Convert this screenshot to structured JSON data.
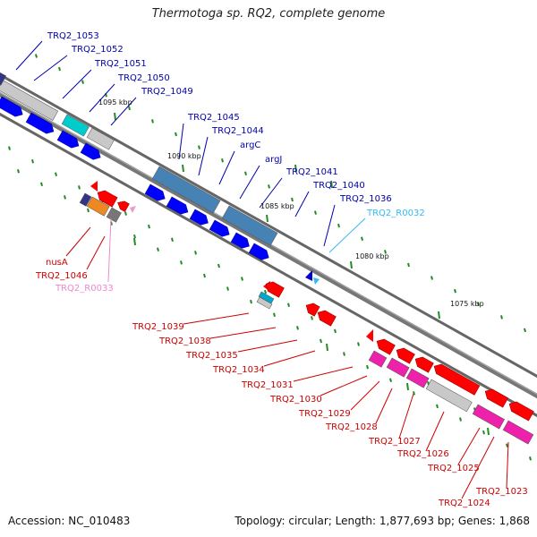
{
  "title": "Thermotoga sp. RQ2, complete genome",
  "footer": {
    "accession": "Accession: NC_010483",
    "stats": "Topology: circular; Length: 1,877,693 bp; Genes: 1,868"
  },
  "scale_labels": [
    "1095 kbp",
    "1090 kbp",
    "1085 kbp",
    "1080 kbp",
    "1075 kbp"
  ],
  "colors": {
    "forward_cds": "#0000ff",
    "forward_label": "#0000aa",
    "reverse_cds": "#ff0000",
    "reverse_label": "#cc0000",
    "rrna_label": "#33bbee",
    "trna_label": "#ee88cc",
    "gene_track_blue": "#4682b4",
    "gene_track_magenta": "#ee22aa",
    "gene_track_gray": "#c8c8c8",
    "backbone": "#777777",
    "tick": "#228b22"
  },
  "forward_labels": [
    "TRQ2_1053",
    "TRQ2_1052",
    "TRQ2_1051",
    "TRQ2_1050",
    "TRQ2_1049",
    "TRQ2_1045",
    "TRQ2_1044",
    "argC",
    "argJ",
    "TRQ2_1041",
    "TRQ2_1040",
    "TRQ2_1036"
  ],
  "rrna_label": "TRQ2_R0032",
  "left_reverse_labels": [
    "nusA",
    "TRQ2_1046"
  ],
  "trna_label": "TRQ2_R0033",
  "reverse_labels": [
    "TRQ2_1039",
    "TRQ2_1038",
    "TRQ2_1035",
    "TRQ2_1034",
    "TRQ2_1031",
    "TRQ2_1030",
    "TRQ2_1029",
    "TRQ2_1028",
    "TRQ2_1027",
    "TRQ2_1026",
    "TRQ2_1025",
    "TRQ2_1024",
    "TRQ2_1023"
  ]
}
